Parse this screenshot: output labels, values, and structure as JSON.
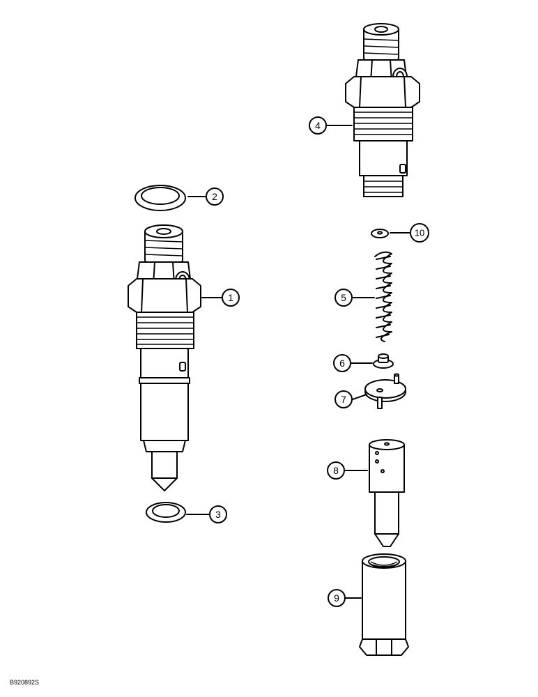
{
  "figure_id": "B920892S",
  "callouts": [
    {
      "id": "1",
      "label": "1"
    },
    {
      "id": "2",
      "label": "2"
    },
    {
      "id": "3",
      "label": "3"
    },
    {
      "id": "4",
      "label": "4"
    },
    {
      "id": "5",
      "label": "5"
    },
    {
      "id": "6",
      "label": "6"
    },
    {
      "id": "7",
      "label": "7"
    },
    {
      "id": "8",
      "label": "8"
    },
    {
      "id": "9",
      "label": "9"
    },
    {
      "id": "10",
      "label": "10"
    }
  ]
}
